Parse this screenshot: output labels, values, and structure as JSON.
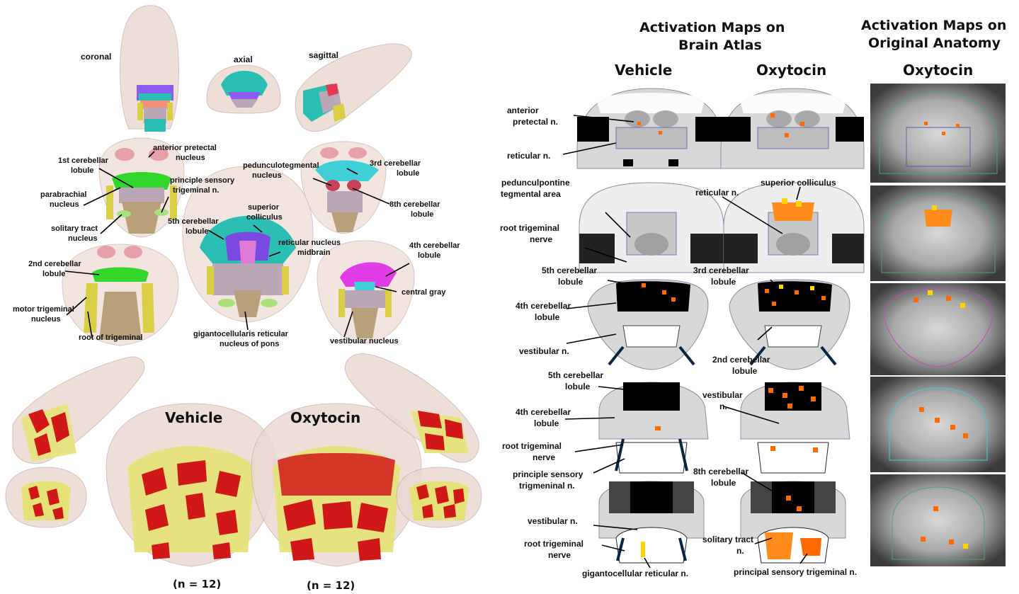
{
  "left_panel": {
    "view_labels": {
      "coronal": "coronal",
      "axial": "axial",
      "sagittal": "sagittal"
    },
    "structures": [
      {
        "id": "apn",
        "lines": [
          "anterior pretectal",
          "nucleus"
        ]
      },
      {
        "id": "cb1",
        "lines": [
          "1st cerebellar",
          "lobule"
        ]
      },
      {
        "id": "pbn",
        "lines": [
          "parabrachial",
          "nucleus"
        ]
      },
      {
        "id": "pst",
        "lines": [
          "principle sensory",
          "trigeminal n."
        ]
      },
      {
        "id": "sol",
        "lines": [
          "solitary tract",
          "nucleus"
        ]
      },
      {
        "id": "ppt",
        "lines": [
          "pedunculotegmental",
          "nucleus"
        ]
      },
      {
        "id": "cb3",
        "lines": [
          "3rd cerebellar",
          "lobule"
        ]
      },
      {
        "id": "cb8",
        "lines": [
          "8th cerebellar",
          "lobule"
        ]
      },
      {
        "id": "cb5",
        "lines": [
          "5th cerebellar",
          "lobule"
        ]
      },
      {
        "id": "sc",
        "lines": [
          "superior",
          "colliculus"
        ]
      },
      {
        "id": "rnm",
        "lines": [
          "reticular nucleus",
          "midbrain"
        ]
      },
      {
        "id": "cb2",
        "lines": [
          "2nd cerebellar",
          "lobule"
        ]
      },
      {
        "id": "mot",
        "lines": [
          "motor trigeminal",
          "nucleus"
        ]
      },
      {
        "id": "rot",
        "lines": [
          "root of trigeminal"
        ]
      },
      {
        "id": "cb4",
        "lines": [
          "4th cerebellar",
          "lobule"
        ]
      },
      {
        "id": "cg",
        "lines": [
          "central gray"
        ]
      },
      {
        "id": "gig",
        "lines": [
          "gigantocellularis reticular",
          "nucleus of pons"
        ]
      },
      {
        "id": "ves",
        "lines": [
          "vestibular nucleus"
        ]
      }
    ],
    "vehicle_title": "Vehicle",
    "oxytocin_title": "Oxytocin",
    "vehicle_n": "(n = 12)",
    "oxytocin_n": "(n = 12)"
  },
  "right_panel": {
    "header_atlas": [
      "Activation Maps on",
      "Brain Atlas"
    ],
    "header_anatomy": [
      "Activation Maps on",
      "Original Anatomy"
    ],
    "col_vehicle": "Vehicle",
    "col_oxytocin": "Oxytocin",
    "col_oxytocin_anat": "Oxytocin",
    "annotations": [
      {
        "id": "a1",
        "lines": [
          "anterior",
          "pretectal n."
        ]
      },
      {
        "id": "a2",
        "lines": [
          "reticular n."
        ]
      },
      {
        "id": "a3",
        "lines": [
          "pedunculpontine",
          "tegmental area"
        ]
      },
      {
        "id": "a4",
        "lines": [
          "reticular n."
        ]
      },
      {
        "id": "a5",
        "lines": [
          "superior colliculus"
        ]
      },
      {
        "id": "a6",
        "lines": [
          "root trigeminal",
          "nerve"
        ]
      },
      {
        "id": "a7",
        "lines": [
          "5th cerebellar",
          "lobule"
        ]
      },
      {
        "id": "a8",
        "lines": [
          "3rd cerebellar",
          "lobule"
        ]
      },
      {
        "id": "a9",
        "lines": [
          "4th cerebellar",
          "lobule"
        ]
      },
      {
        "id": "a10",
        "lines": [
          "vestibular n."
        ]
      },
      {
        "id": "a11",
        "lines": [
          "2nd cerebellar",
          "lobule"
        ]
      },
      {
        "id": "a12",
        "lines": [
          "5th cerebellar",
          "lobule"
        ]
      },
      {
        "id": "a13",
        "lines": [
          "vestibular",
          "n."
        ]
      },
      {
        "id": "a14",
        "lines": [
          "4th cerebellar",
          "lobule"
        ]
      },
      {
        "id": "a15",
        "lines": [
          "root trigeminal",
          "nerve"
        ]
      },
      {
        "id": "a16",
        "lines": [
          "principle sensory",
          "trigmeninal n."
        ]
      },
      {
        "id": "a17",
        "lines": [
          "8th cerebellar",
          "lobule"
        ]
      },
      {
        "id": "a18",
        "lines": [
          "vestibular n."
        ]
      },
      {
        "id": "a19",
        "lines": [
          "root trigeminal",
          "nerve"
        ]
      },
      {
        "id": "a20",
        "lines": [
          "solitary tract",
          "n."
        ]
      },
      {
        "id": "a21",
        "lines": [
          "gigantocellular reticular n."
        ]
      },
      {
        "id": "a22",
        "lines": [
          "principal sensory trigeminal n."
        ]
      }
    ]
  },
  "colors": {
    "activation_red": "#d01818",
    "activation_orange": "#ff6a00",
    "activation_yellow": "#ffd400",
    "volume_yellow": "#e6e27a",
    "cerebellum_green": "#33d62a",
    "colliculus_teal": "#2bbfb4",
    "central_gray_magenta": "#e23ce6"
  }
}
